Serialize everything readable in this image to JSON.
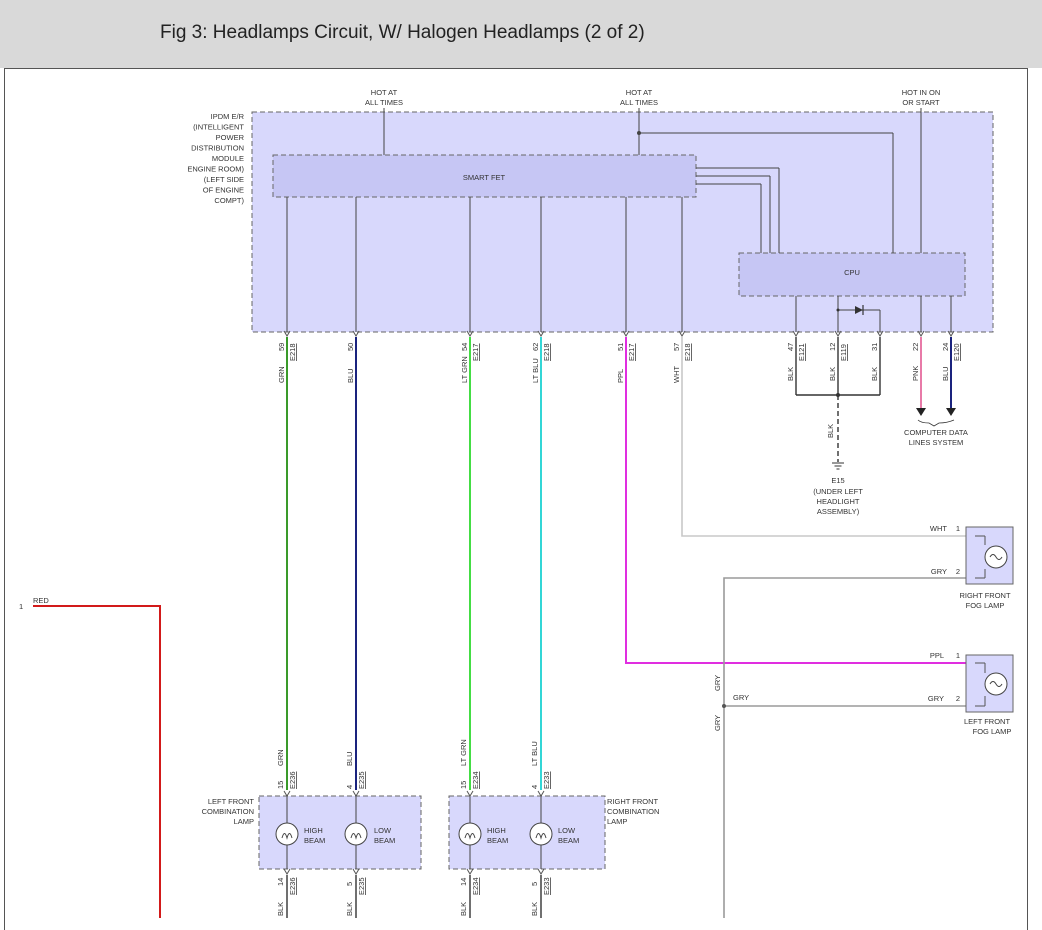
{
  "header": {
    "title": "Fig 3: Headlamps Circuit, W/ Halogen Headlamps (2 of 2)"
  },
  "ipdm": {
    "label_lines": [
      "IPDM E/R",
      "(INTELLIGENT",
      "POWER",
      "DISTRIBUTION",
      "MODULE",
      "ENGINE ROOM)",
      "(LEFT SIDE",
      "OF ENGINE",
      "COMPT)"
    ],
    "smart_fet": "SMART FET",
    "cpu": "CPU",
    "power_labels": [
      [
        "HOT AT",
        "ALL TIMES"
      ],
      [
        "HOT AT",
        "ALL TIMES"
      ],
      [
        "HOT IN ON",
        "OR START"
      ]
    ]
  },
  "ipdm_pins": [
    {
      "pin": "59",
      "conn": "E218",
      "color": "GRN"
    },
    {
      "pin": "50",
      "conn": "",
      "color": "BLU"
    },
    {
      "pin": "54",
      "conn": "E217",
      "color": "LT GRN"
    },
    {
      "pin": "62",
      "conn": "E218",
      "color": "LT BLU"
    },
    {
      "pin": "51",
      "conn": "E217",
      "color": "PPL"
    },
    {
      "pin": "57",
      "conn": "E218",
      "color": "WHT"
    },
    {
      "pin": "47",
      "conn": "E121",
      "color": "BLK"
    },
    {
      "pin": "12",
      "conn": "E119",
      "color": "BLK"
    },
    {
      "pin": "31",
      "conn": "",
      "color": "BLK"
    },
    {
      "pin": "22",
      "conn": "",
      "color": "PNK"
    },
    {
      "pin": "24",
      "conn": "E120",
      "color": "BLU"
    }
  ],
  "ground": {
    "wire_color": "BLK",
    "id": "E15",
    "location_lines": [
      "(UNDER LEFT",
      "HEADLIGHT",
      "ASSEMBLY)"
    ]
  },
  "data_lines": {
    "label_lines": [
      "COMPUTER DATA",
      "LINES SYSTEM"
    ]
  },
  "right_fog": {
    "label_lines": [
      "RIGHT FRONT",
      "FOG LAMP"
    ],
    "pins": [
      {
        "color": "WHT",
        "pin": "1"
      },
      {
        "color": "GRY",
        "pin": "2"
      }
    ]
  },
  "left_fog": {
    "label_lines": [
      "LEFT FRONT",
      "FOG LAMP"
    ],
    "pins": [
      {
        "color": "PPL",
        "pin": "1"
      },
      {
        "color": "GRY",
        "pin": "2"
      }
    ]
  },
  "gry_splice": {
    "top_label": "GRY",
    "right_label": "GRY",
    "bottom_label": "GRY"
  },
  "red_wire": {
    "pin": "1",
    "color": "RED"
  },
  "left_combo": {
    "label_lines": [
      "LEFT FRONT",
      "COMBINATION",
      "LAMP"
    ],
    "high": [
      "HIGH",
      "BEAM"
    ],
    "low": [
      "LOW",
      "BEAM"
    ],
    "top_pins": [
      {
        "color": "GRN",
        "pin": "15",
        "conn": "E236"
      },
      {
        "color": "BLU",
        "pin": "4",
        "conn": "E235"
      }
    ],
    "bottom_pins": [
      {
        "color": "BLK",
        "pin": "14",
        "conn": "E236"
      },
      {
        "color": "BLK",
        "pin": "5",
        "conn": "E235"
      }
    ]
  },
  "right_combo": {
    "label_lines": [
      "RIGHT FRONT",
      "COMBINATION",
      "LAMP"
    ],
    "high": [
      "HIGH",
      "BEAM"
    ],
    "low": [
      "LOW",
      "BEAM"
    ],
    "top_pins": [
      {
        "color": "LT GRN",
        "pin": "15",
        "conn": "E234"
      },
      {
        "color": "LT BLU",
        "pin": "4",
        "conn": "E233"
      }
    ],
    "bottom_pins": [
      {
        "color": "BLK",
        "pin": "14",
        "conn": "E234"
      },
      {
        "color": "BLK",
        "pin": "5",
        "conn": "E233"
      }
    ]
  },
  "wire_colors": {
    "green": "#3a9a2a",
    "blue": "#1a237e",
    "lt_green": "#44dd44",
    "lt_blue": "#33d6d6",
    "purple": "#e02ee0",
    "white": "#c8c8c8",
    "gray": "#9a9a9a",
    "red": "#d21a1a",
    "pink": "#e87aa8",
    "black": "#333333",
    "module_fill": "#d8d8fc"
  }
}
